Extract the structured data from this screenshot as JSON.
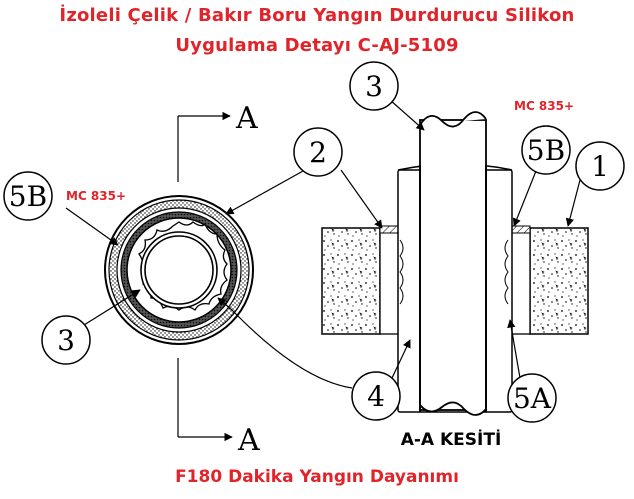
{
  "title": {
    "line1": "İzoleli Çelik / Bakır Boru Yangın Durdurucu Silikon",
    "line2": "Uygulama Detayı C-AJ-5109"
  },
  "footer": "F180 Dakika Yangın Dayanımı",
  "section_letter_top": "A",
  "section_letter_bottom": "A",
  "section_title": "A-A KESİTİ",
  "sealant_label_left": "MC 835+",
  "sealant_label_right": "MC 835+",
  "callouts": {
    "c1": "1",
    "c2": "2",
    "c3_left": "3",
    "c3_top": "3",
    "c4": "4",
    "c5a": "5A",
    "c5b_left": "5B",
    "c5b_right": "5B"
  },
  "colors": {
    "title_red": "#e0242a",
    "ink": "#000000"
  }
}
